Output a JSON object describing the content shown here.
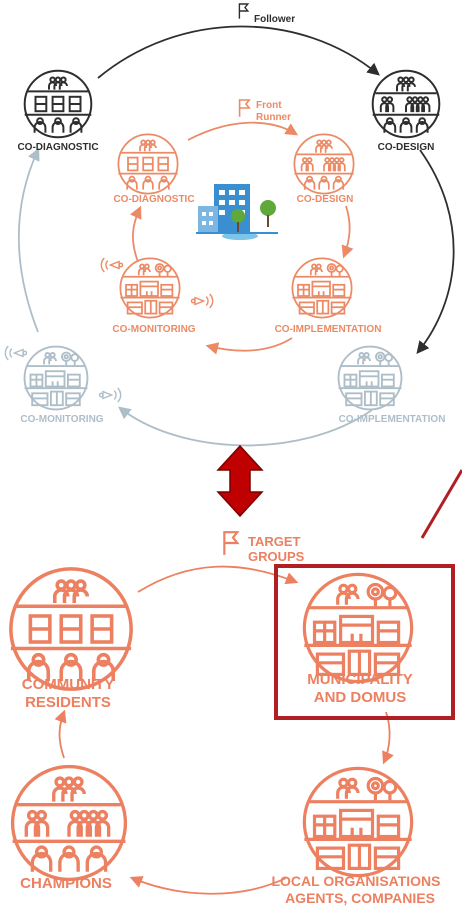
{
  "colors": {
    "follower": "#2e2e2e",
    "front_runner": "#ec8a66",
    "faded": "#aebec9",
    "target": "#ec8060",
    "connector": "#c00000",
    "highlight": "#b01f24",
    "building": "#3a8fd0",
    "tree": "#5fa83a"
  },
  "top_diagram": {
    "flag_label": "Follower",
    "stages": [
      {
        "label": "CO-DIAGNOSTIC",
        "icon": "apartment-residents-icon"
      },
      {
        "label": "CO-DESIGN",
        "icon": "people-group-icon"
      },
      {
        "label": "CO-IMPLEMENTATION",
        "icon": "neighbourhood-icon"
      },
      {
        "label": "CO-MONITORING",
        "icon": "neighbourhood-icon"
      }
    ],
    "inner_cycle": {
      "flag_label_line1": "Front",
      "flag_label_line2": "Runner",
      "stages": [
        {
          "label": "CO-DIAGNOSTIC",
          "icon": "apartment-residents-icon"
        },
        {
          "label": "CO-DESIGN",
          "icon": "people-group-icon"
        },
        {
          "label": "CO-IMPLEMENTATION",
          "icon": "neighbourhood-icon"
        },
        {
          "label": "CO-MONITORING",
          "icon": "neighbourhood-icon"
        }
      ],
      "center_image": "building-with-trees-icon"
    }
  },
  "bottom_diagram": {
    "flag_label_line1": "TARGET",
    "flag_label_line2": "GROUPS",
    "groups": [
      {
        "label_line1": "COMMUNITY",
        "label_line2": "RESIDENTS",
        "icon": "apartment-residents-icon"
      },
      {
        "label_line1": "MUNICIPALITY",
        "label_line2": "AND DOMUS",
        "icon": "neighbourhood-icon"
      },
      {
        "label_line1": "LOCAL ORGANISATIONS",
        "label_line2": "AGENTS, COMPANIES",
        "icon": "neighbourhood-icon"
      },
      {
        "label_line1": "CHAMPIONS",
        "label_line2": "",
        "icon": "people-group-icon"
      }
    ]
  }
}
